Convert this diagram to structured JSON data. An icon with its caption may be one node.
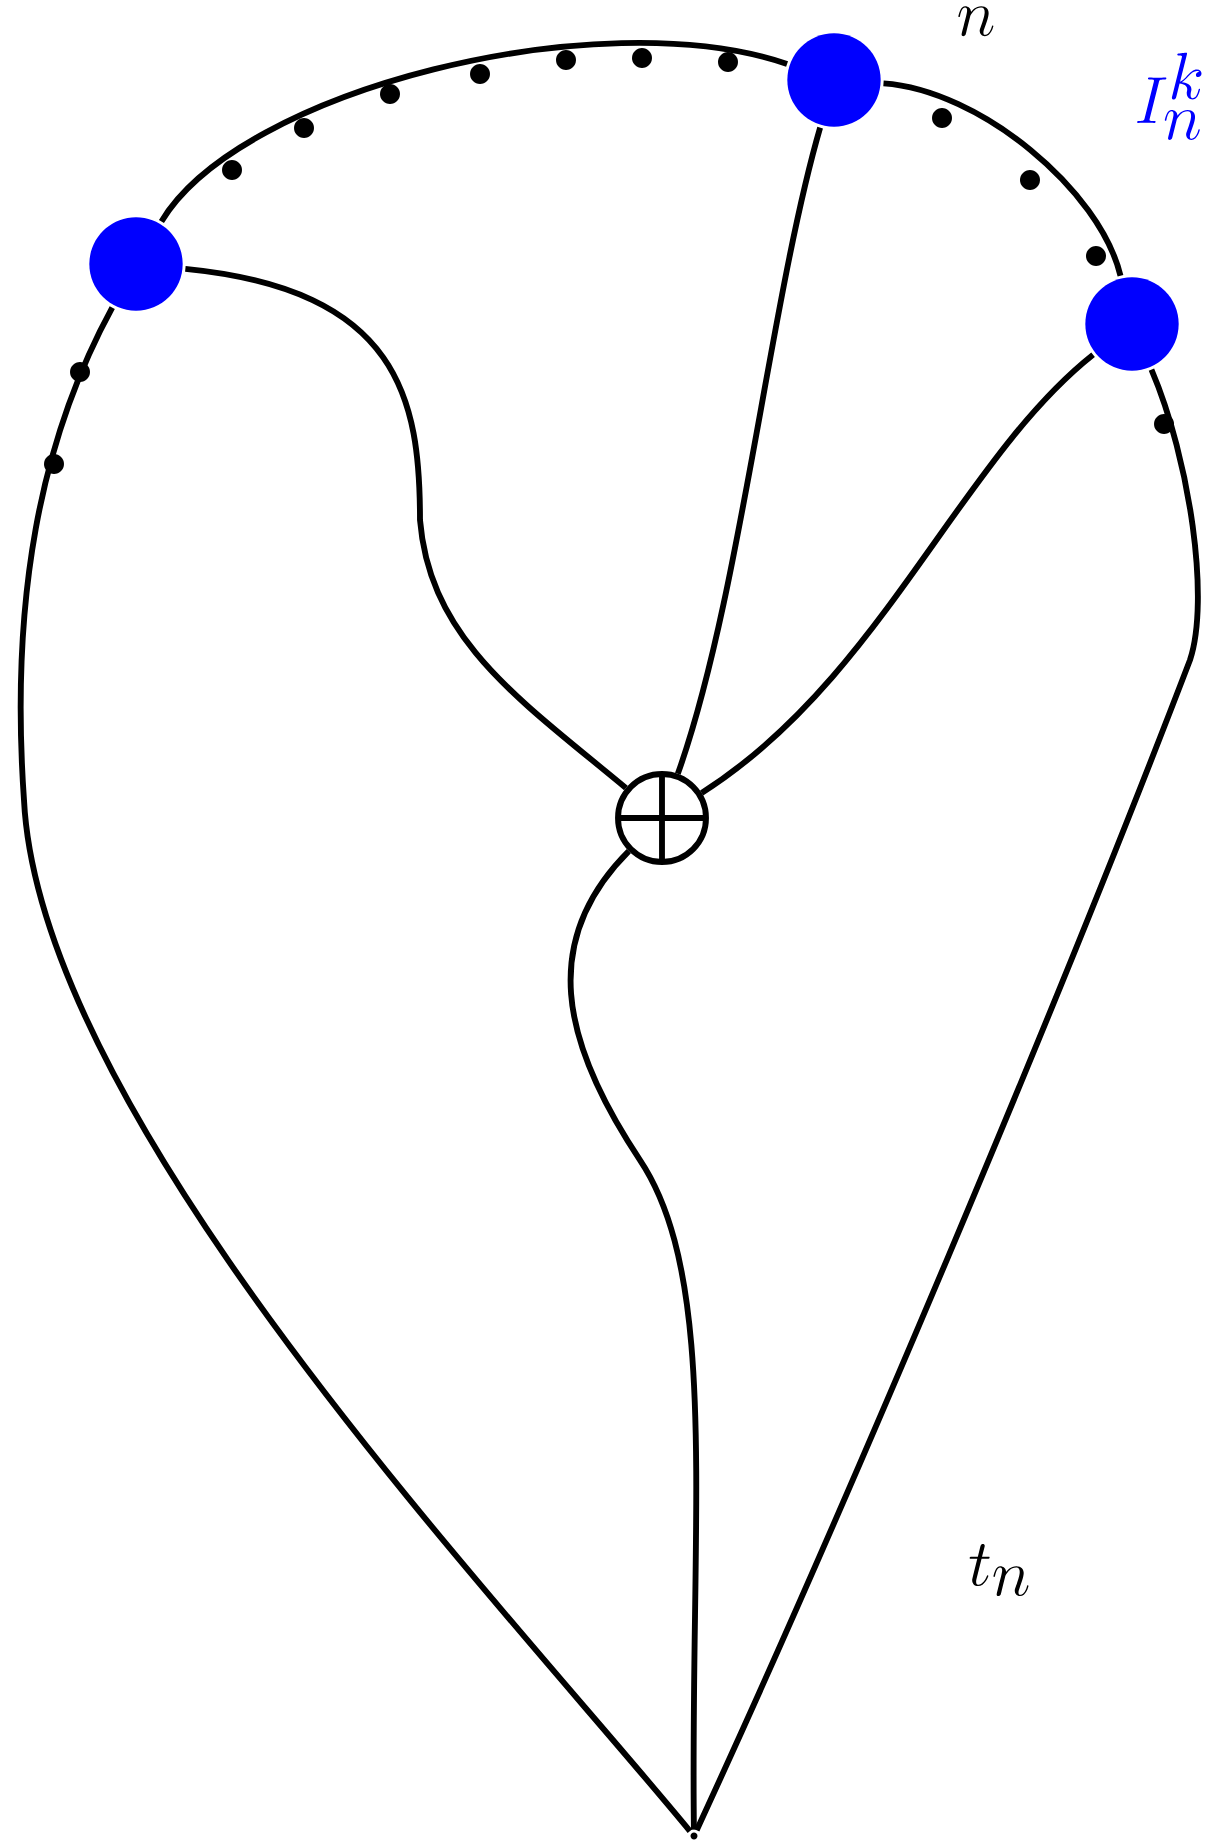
{
  "diagram": {
    "nodes": [
      {
        "text": [],
        "shape": "circle"
      },
      {
        "text": [],
        "shape": "circle"
      },
      {
        "text": [],
        "shape": "circle"
      },
      {
        "text": [],
        "shape": "circle"
      },
      {
        "text": [],
        "shape": "point"
      }
    ],
    "edges": [
      {
        "from": 4,
        "to": 0,
        "arrow": "none"
      },
      {
        "from": 0,
        "to": 1,
        "arrow": "none"
      },
      {
        "from": 1,
        "to": 2,
        "arrow": "none"
      },
      {
        "from": 2,
        "to": 4,
        "arrow": "none"
      },
      {
        "from": 0,
        "to": 3,
        "arrow": "none"
      },
      {
        "from": 1,
        "to": 3,
        "arrow": "none"
      },
      {
        "from": 2,
        "to": 3,
        "arrow": "none"
      },
      {
        "from": 3,
        "to": 4,
        "arrow": "none"
      }
    ],
    "labels": [
      "n",
      "I_n^k",
      "t_n"
    ]
  }
}
